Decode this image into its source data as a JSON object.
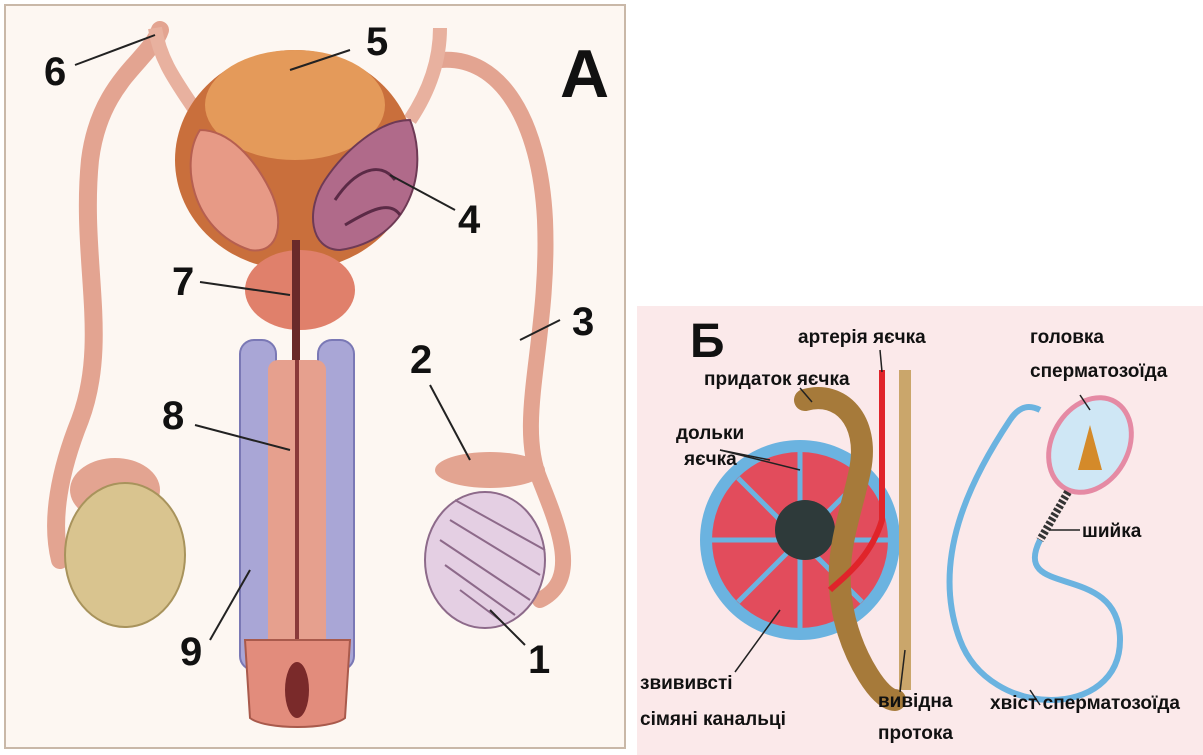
{
  "panel_a": {
    "letter": "А",
    "numbers": [
      "1",
      "2",
      "3",
      "4",
      "5",
      "6",
      "7",
      "8",
      "9"
    ]
  },
  "panel_b": {
    "letter": "Б",
    "labels": {
      "testis_artery": "артерія яєчка",
      "epididymis": "придаток яєчка",
      "lobules": [
        "дольки",
        "яєчка"
      ],
      "tubules": [
        "звививсті",
        "сімяні канальці"
      ],
      "efferent_duct": [
        "вивідна",
        "протока"
      ],
      "sperm_head": [
        "головка",
        "сперматозоїда"
      ],
      "sperm_neck": "шийка",
      "sperm_tail": "хвіст сперматозоїда"
    }
  },
  "colors": {
    "tissue_pink": "#e8a594",
    "bladder_orange": "#d98a4a",
    "testis_beige": "#d9c48f",
    "erectile_lavender": "#a9a6d6",
    "artery_red": "#e0242a",
    "lobule_blue": "#6bb3e0"
  }
}
